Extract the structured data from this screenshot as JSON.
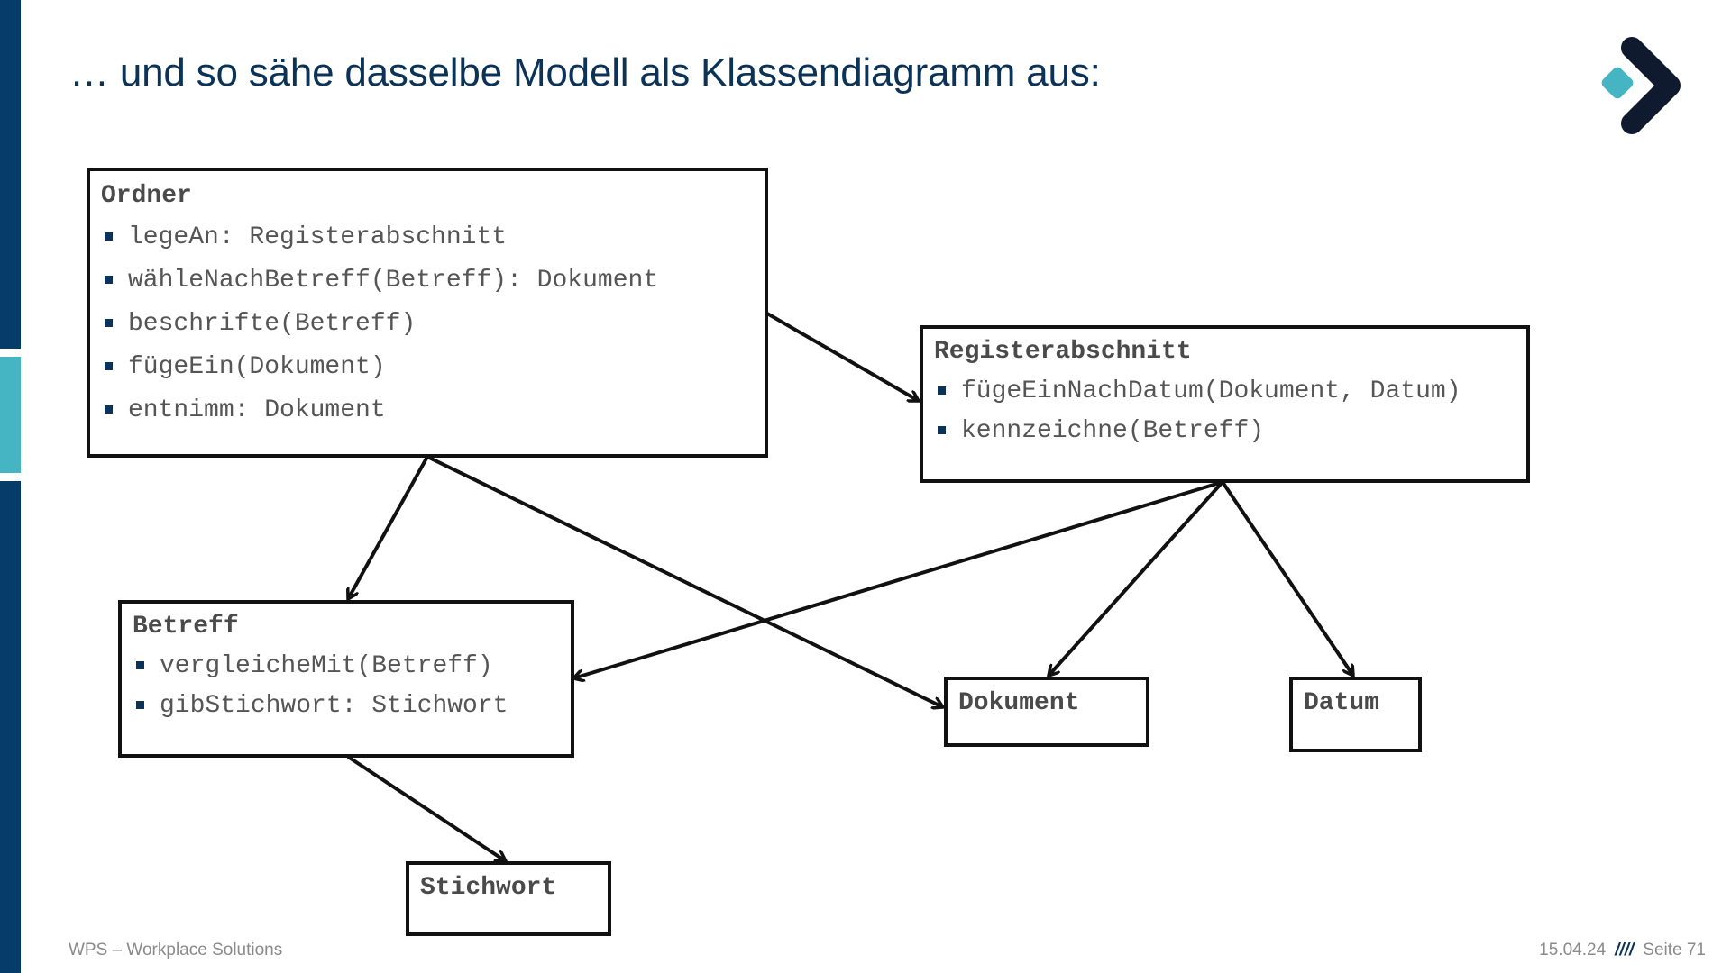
{
  "slide": {
    "title": "… und so sähe dasselbe Modell als Klassendiagramm aus:",
    "footer_left": "WPS – Workplace Solutions",
    "date": "15.04.24",
    "separator": "////",
    "page": "Seite 71"
  },
  "colors": {
    "navy": "#063d68",
    "teal": "#45b5c4",
    "dark": "#0f1a2e"
  },
  "classes": {
    "ordner": {
      "name": "Ordner",
      "ops": [
        "legeAn: Registerabschnitt",
        "wähleNachBetreff(Betreff): Dokument",
        "beschrifte(Betreff)",
        "fügeEin(Dokument)",
        "entnimm: Dokument"
      ]
    },
    "registerabschnitt": {
      "name": "Registerabschnitt",
      "ops": [
        "fügeEinNachDatum(Dokument, Datum)",
        "kennzeichne(Betreff)"
      ]
    },
    "betreff": {
      "name": "Betreff",
      "ops": [
        "vergleicheMit(Betreff)",
        "gibStichwort: Stichwort"
      ]
    },
    "dokument": {
      "name": "Dokument"
    },
    "datum": {
      "name": "Datum"
    },
    "stichwort": {
      "name": "Stichwort"
    }
  },
  "associations": [
    {
      "from": "Ordner",
      "to": "Registerabschnitt"
    },
    {
      "from": "Ordner",
      "to": "Betreff"
    },
    {
      "from": "Ordner",
      "to": "Dokument"
    },
    {
      "from": "Registerabschnitt",
      "to": "Betreff"
    },
    {
      "from": "Registerabschnitt",
      "to": "Dokument"
    },
    {
      "from": "Registerabschnitt",
      "to": "Datum"
    },
    {
      "from": "Betreff",
      "to": "Stichwort"
    }
  ]
}
